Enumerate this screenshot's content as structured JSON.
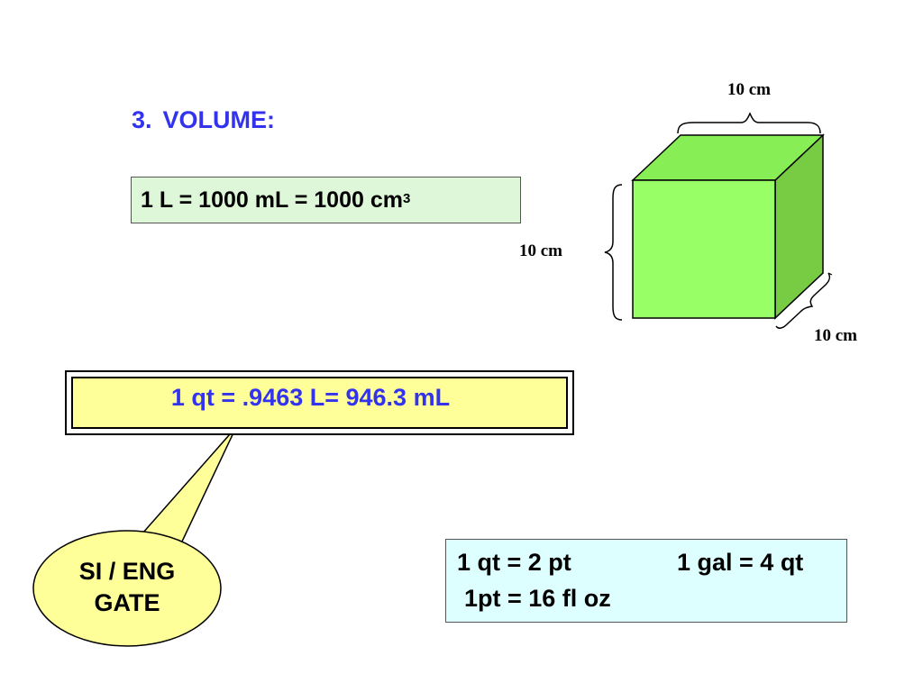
{
  "title": {
    "number": "3.",
    "text": "VOLUME:"
  },
  "green_box": {
    "text": "1 L = 1000 mL = 1000 cm",
    "superscript": "3"
  },
  "cube": {
    "top_label": "10 cm",
    "left_label": "10 cm",
    "depth_label": "10 cm",
    "colors": {
      "front": "#99ff66",
      "top": "#88ee55",
      "side": "#77cc44"
    }
  },
  "yellow_box": {
    "text": "1 qt = .9463 L= 946.3 mL"
  },
  "callout": {
    "line1": "SI / ENG",
    "line2": "GATE"
  },
  "cyan_box": {
    "line1_left": "1 qt = 2 pt",
    "line1_right": "1 gal = 4 qt",
    "line2": "1pt = 16 fl oz"
  },
  "colors": {
    "title": "#3333ee",
    "green_box_bg": "#ddf7d8",
    "yellow_box_bg": "#ffff99",
    "cyan_box_bg": "#ddffff",
    "callout_bg": "#ffff99"
  }
}
